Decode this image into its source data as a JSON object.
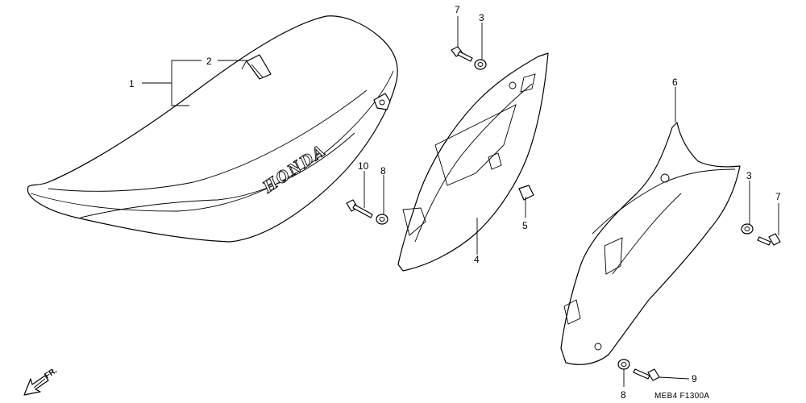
{
  "diagram": {
    "brand_text": "HONDA",
    "direction_label": "FR.",
    "figure_code": "MEB4  F1300A",
    "callouts": {
      "c1": "1",
      "c2": "2",
      "c3a": "3",
      "c3b": "3",
      "c4": "4",
      "c5": "5",
      "c6": "6",
      "c7a": "7",
      "c7b": "7",
      "c8a": "8",
      "c8b": "8",
      "c9": "9",
      "c10": "10"
    }
  }
}
